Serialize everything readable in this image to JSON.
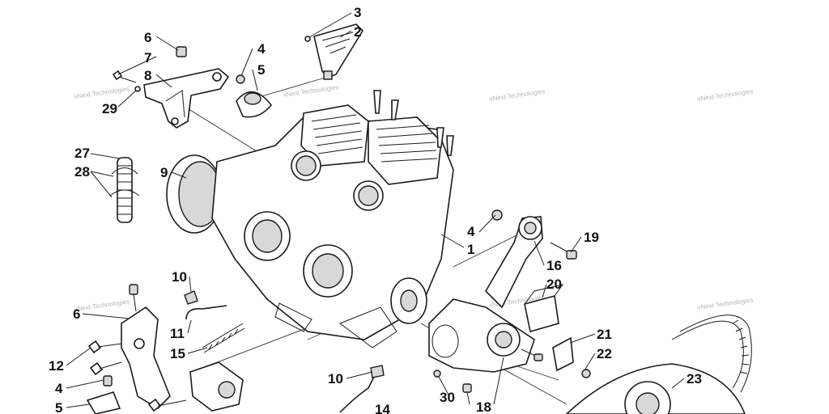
{
  "diagram": {
    "callouts": [
      {
        "id": "c3a",
        "label": "3"
      },
      {
        "id": "c2",
        "label": "2"
      },
      {
        "id": "c6a",
        "label": "6"
      },
      {
        "id": "c7",
        "label": "7"
      },
      {
        "id": "c4a",
        "label": "4"
      },
      {
        "id": "c5a",
        "label": "5"
      },
      {
        "id": "c8",
        "label": "8"
      },
      {
        "id": "c29",
        "label": "29"
      },
      {
        "id": "c27",
        "label": "27"
      },
      {
        "id": "c28",
        "label": "28"
      },
      {
        "id": "c9",
        "label": "9"
      },
      {
        "id": "c4b",
        "label": "4"
      },
      {
        "id": "c1",
        "label": "1"
      },
      {
        "id": "c19",
        "label": "19"
      },
      {
        "id": "c16",
        "label": "16"
      },
      {
        "id": "c20",
        "label": "20"
      },
      {
        "id": "c10a",
        "label": "10"
      },
      {
        "id": "c6b",
        "label": "6"
      },
      {
        "id": "c11",
        "label": "11"
      },
      {
        "id": "c15",
        "label": "15"
      },
      {
        "id": "c21",
        "label": "21"
      },
      {
        "id": "c22",
        "label": "22"
      },
      {
        "id": "c12",
        "label": "12"
      },
      {
        "id": "c4c",
        "label": "4"
      },
      {
        "id": "c23",
        "label": "23"
      },
      {
        "id": "c10b",
        "label": "10"
      },
      {
        "id": "c30",
        "label": "30"
      },
      {
        "id": "c18",
        "label": "18"
      },
      {
        "id": "c5b",
        "label": "5"
      },
      {
        "id": "c14",
        "label": "14"
      }
    ],
    "watermark": "vNext Technologies"
  }
}
